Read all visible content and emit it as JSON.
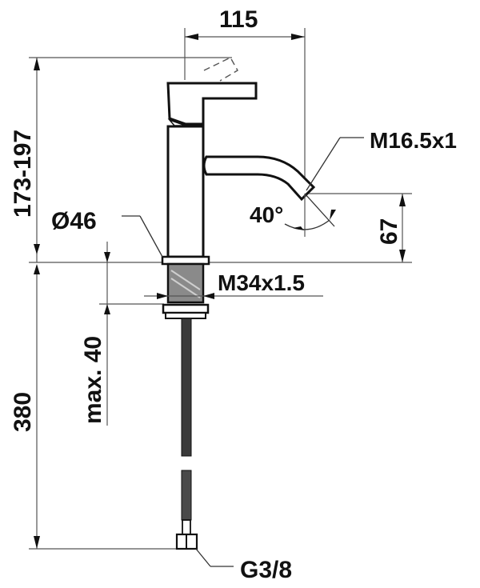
{
  "drawing": {
    "subject": "basin faucet technical dimension drawing",
    "dimensions": {
      "spout_reach": "115",
      "total_height": "173-197",
      "base_diameter": "Ø46",
      "spout_thread": "M16.5x1",
      "spout_angle": "40°",
      "spout_height": "67",
      "shank_thread": "M34x1.5",
      "max_countertop_thickness": "max. 40",
      "hose_length": "380",
      "hose_connection": "G3/8"
    },
    "colors": {
      "line": "#111111",
      "dimension_line": "#555555",
      "thread_fill": "#8a8a8a",
      "hose_fill": "#3a3a3a",
      "background": "#ffffff"
    }
  }
}
